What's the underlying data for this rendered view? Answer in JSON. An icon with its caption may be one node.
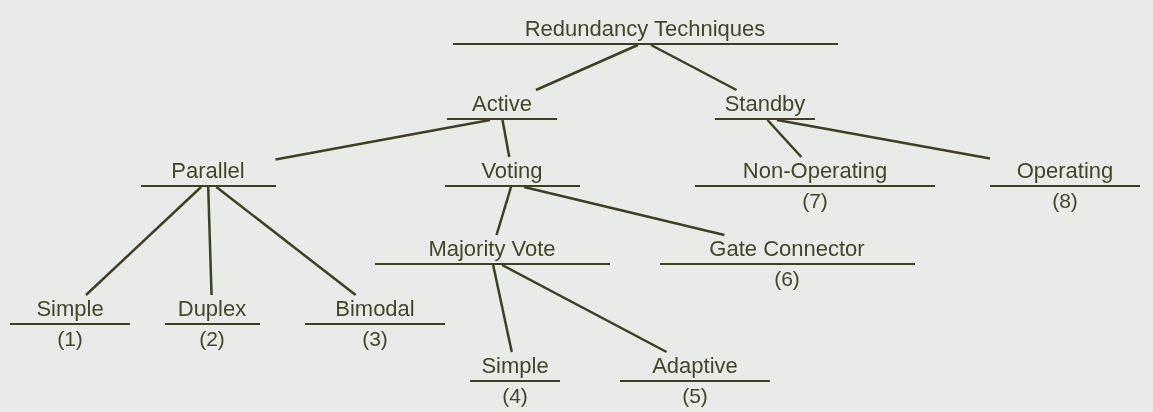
{
  "diagram": {
    "nodes": [
      {
        "text": [
          "Redundancy Techniques"
        ]
      },
      {
        "text": [
          "Active"
        ]
      },
      {
        "text": [
          "Standby"
        ]
      },
      {
        "text": [
          "Parallel"
        ]
      },
      {
        "text": [
          "Voting"
        ]
      },
      {
        "text": [
          "Non-Operating"
        ],
        "beside": [
          "(7)"
        ]
      },
      {
        "text": [
          "Operating"
        ],
        "beside": [
          "(8)"
        ]
      },
      {
        "text": [
          "Majority Vote"
        ]
      },
      {
        "text": [
          "Gate Connector"
        ],
        "beside": [
          "(6)"
        ]
      },
      {
        "text": [
          "Simple"
        ],
        "beside": [
          "(1)"
        ]
      },
      {
        "text": [
          "Duplex"
        ],
        "beside": [
          "(2)"
        ]
      },
      {
        "text": [
          "Bimodal"
        ],
        "beside": [
          "(3)"
        ]
      },
      {
        "text": [
          "Simple"
        ],
        "beside": [
          "(4)"
        ]
      },
      {
        "text": [
          "Adaptive"
        ],
        "beside": [
          "(5)"
        ]
      }
    ],
    "edges": [
      {
        "from": 0,
        "to": 1,
        "arrow": "none"
      },
      {
        "from": 0,
        "to": 2,
        "arrow": "none"
      },
      {
        "from": 1,
        "to": 3,
        "arrow": "none"
      },
      {
        "from": 1,
        "to": 4,
        "arrow": "none"
      },
      {
        "from": 2,
        "to": 5,
        "arrow": "none"
      },
      {
        "from": 2,
        "to": 6,
        "arrow": "none"
      },
      {
        "from": 3,
        "to": 9,
        "arrow": "none"
      },
      {
        "from": 3,
        "to": 10,
        "arrow": "none"
      },
      {
        "from": 3,
        "to": 11,
        "arrow": "none"
      },
      {
        "from": 4,
        "to": 7,
        "arrow": "none"
      },
      {
        "from": 4,
        "to": 8,
        "arrow": "none"
      },
      {
        "from": 7,
        "to": 12,
        "arrow": "none"
      },
      {
        "from": 7,
        "to": 13,
        "arrow": "none"
      }
    ]
  }
}
